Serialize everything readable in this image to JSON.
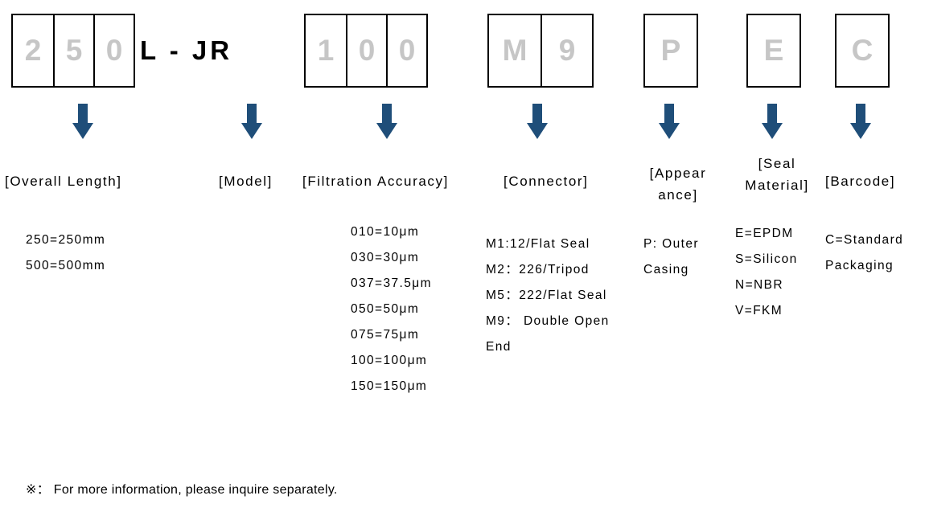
{
  "part_number": {
    "segments": [
      {
        "id": "overall-length",
        "chars": [
          "2",
          "5",
          "0"
        ]
      },
      {
        "id": "model",
        "literal": "L - JR"
      },
      {
        "id": "filtration-accuracy",
        "chars": [
          "1",
          "0",
          "0"
        ]
      },
      {
        "id": "connector",
        "chars": [
          "M",
          "9"
        ]
      },
      {
        "id": "appearance",
        "chars": [
          "P"
        ]
      },
      {
        "id": "seal-material",
        "chars": [
          "E"
        ]
      },
      {
        "id": "barcode",
        "chars": [
          "C"
        ]
      }
    ]
  },
  "sections": {
    "overall_length": {
      "label": "[Overall Length]",
      "options": "250=250mm\n500=500mm"
    },
    "model": {
      "label": "[Model]",
      "options": ""
    },
    "filtration_accuracy": {
      "label": "[Filtration Accuracy]",
      "options": "010=10μm\n030=30μm\n037=37.5μm\n050=50μm\n075=75μm\n100=100μm\n150=150μm"
    },
    "connector": {
      "label": "[Connector]",
      "options": "M1:12/Flat Seal\nM2：226/Tripod\nM5：222/Flat Seal\nM9： Double Open\nEnd"
    },
    "appearance": {
      "label": "[Appear\nance]",
      "options": "P: Outer\nCasing"
    },
    "seal_material": {
      "label": "[Seal\nMaterial]",
      "options": "E=EPDM\nS=Silicon\nN=NBR\nV=FKM"
    },
    "barcode": {
      "label": "[Barcode]",
      "options": "C=Standard\nPackaging"
    }
  },
  "footnote": {
    "text": "※： For more information, please inquire separately."
  },
  "colors": {
    "arrow": "#1f4e79",
    "box_char": "#c6c6c6",
    "box_border": "#000000",
    "text": "#000000"
  }
}
